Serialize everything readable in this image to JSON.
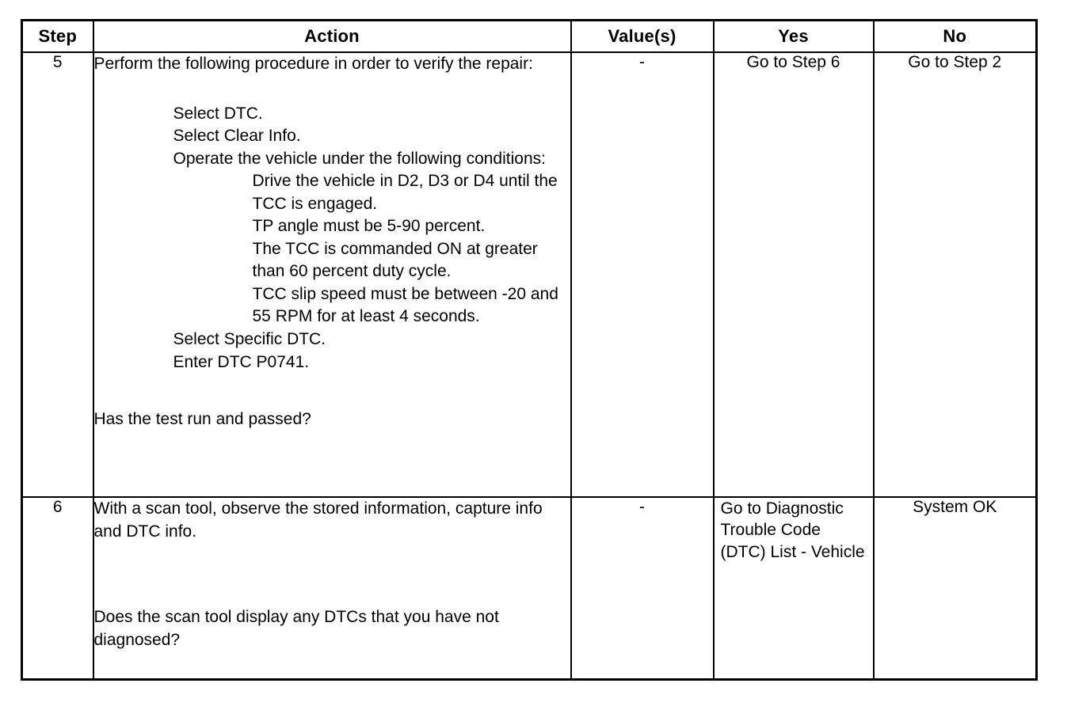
{
  "table": {
    "headers": [
      "Step",
      "Action",
      "Value(s)",
      "Yes",
      "No"
    ],
    "rows": [
      {
        "step": "5",
        "action": {
          "intro": "Perform the following procedure in order to verify the repair:",
          "steps_level1_a": [
            "Select DTC.",
            "Select Clear Info.",
            "Operate the vehicle under the following conditions:"
          ],
          "conditions_level2": [
            "Drive the vehicle in D2, D3 or D4 until the TCC is engaged.",
            "TP angle must be 5-90 percent.",
            "The TCC is commanded ON at greater than 60 percent duty cycle.",
            "TCC slip speed must be between -20 and 55 RPM for at least 4 seconds."
          ],
          "steps_level1_b": [
            "Select Specific DTC.",
            "Enter DTC P0741."
          ],
          "question": "Has the test run and passed?"
        },
        "value": "-",
        "yes": "Go to Step 6",
        "no": "Go to Step 2"
      },
      {
        "step": "6",
        "action": {
          "intro": "With a scan tool, observe the stored information, capture info and DTC info.",
          "question": "Does the scan tool display any DTCs that you have not diagnosed?"
        },
        "value": "-",
        "yes": "Go to Diagnostic Trouble Code (DTC) List - Vehicle",
        "no": "System OK"
      }
    ]
  },
  "colors": {
    "border": "#000000",
    "text": "#000000",
    "background": "#ffffff"
  }
}
